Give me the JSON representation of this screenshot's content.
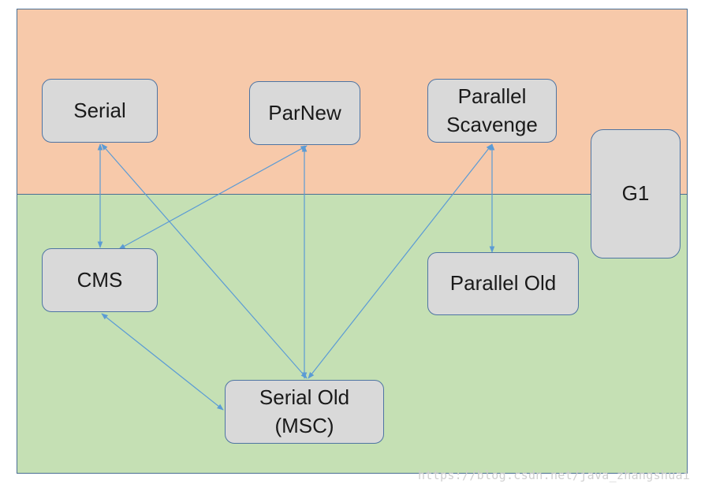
{
  "colors": {
    "young_generation_fill": "#f7c9aa",
    "old_generation_fill": "#c5e0b4",
    "node_fill": "#d9d9d9",
    "node_border": "#4e74a3",
    "edge": "#5b9bd5"
  },
  "nodes": {
    "serial": "Serial",
    "parnew": "ParNew",
    "parallel_scavenge": "Parallel\nScavenge",
    "g1": "G1",
    "cms": "CMS",
    "parallel_old": "Parallel Old",
    "serial_old": "Serial Old\n(MSC)"
  },
  "edges": [
    {
      "from": "serial",
      "to": "cms"
    },
    {
      "from": "serial",
      "to": "serial_old"
    },
    {
      "from": "parnew",
      "to": "cms"
    },
    {
      "from": "parnew",
      "to": "serial_old"
    },
    {
      "from": "parallel_scavenge",
      "to": "serial_old"
    },
    {
      "from": "parallel_scavenge",
      "to": "parallel_old"
    },
    {
      "from": "cms",
      "to": "serial_old"
    }
  ],
  "watermark": "https://blog.csdn.net/java_zhangshuai"
}
